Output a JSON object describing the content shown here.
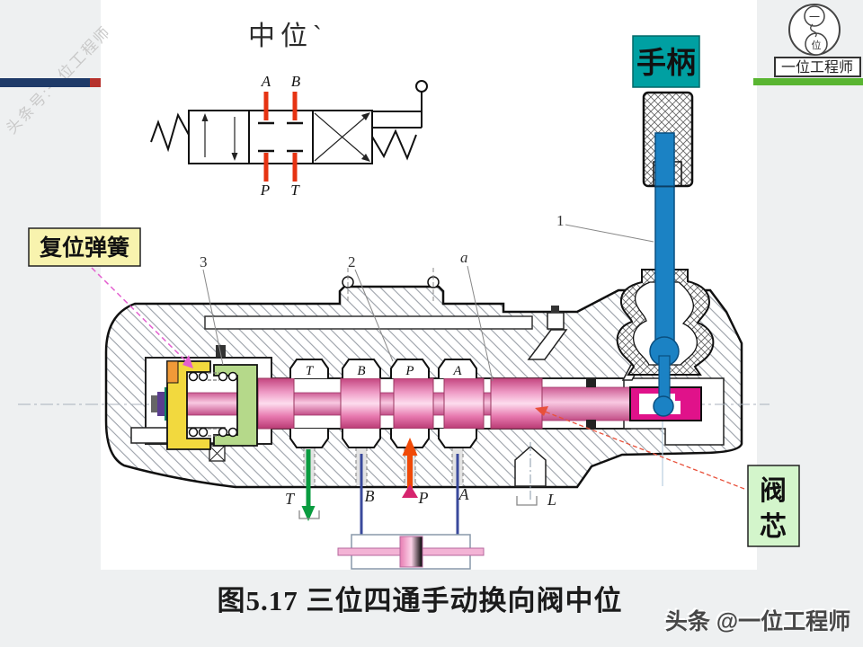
{
  "page": {
    "caption": "图5.17  三位四通手动换向阀中位",
    "footer_credit": "头条 @一位工程师",
    "watermark": "头条号:一位工程师"
  },
  "colors": {
    "handle_teal": "#00a0a2",
    "label_yellow": "#f8f3ae",
    "label_green": "#d3f5cb",
    "socket_magenta": "#e0128a",
    "lever_blue": "#1b82c4",
    "navy_bar": "#1e3a68",
    "red_bar": "#b5312c",
    "green_bar": "#59b531",
    "port_red": "#e63312",
    "arrow_green": "#0a9c40",
    "arrow_orange": "#f04a08",
    "leader_magenta": "#e45fd0",
    "leader_red": "#e8503a"
  },
  "symbol": {
    "title": "中位`",
    "port_a": "A",
    "port_b": "B",
    "port_p": "P",
    "port_t": "T"
  },
  "handle_label": "手柄",
  "logo": {
    "glyph_top": "一",
    "glyph_bottom": "位",
    "name": "一位工程师"
  },
  "callouts": {
    "return_spring": "复位弹簧",
    "spool_char1": "阀",
    "spool_char2": "芯",
    "n1": "1",
    "n2": "2",
    "n3": "3",
    "na": "a"
  },
  "section": {
    "top_ports": [
      "T",
      "B",
      "P",
      "A"
    ],
    "bottom_ports": [
      "T",
      "B",
      "P",
      "A"
    ],
    "drain": "L"
  }
}
